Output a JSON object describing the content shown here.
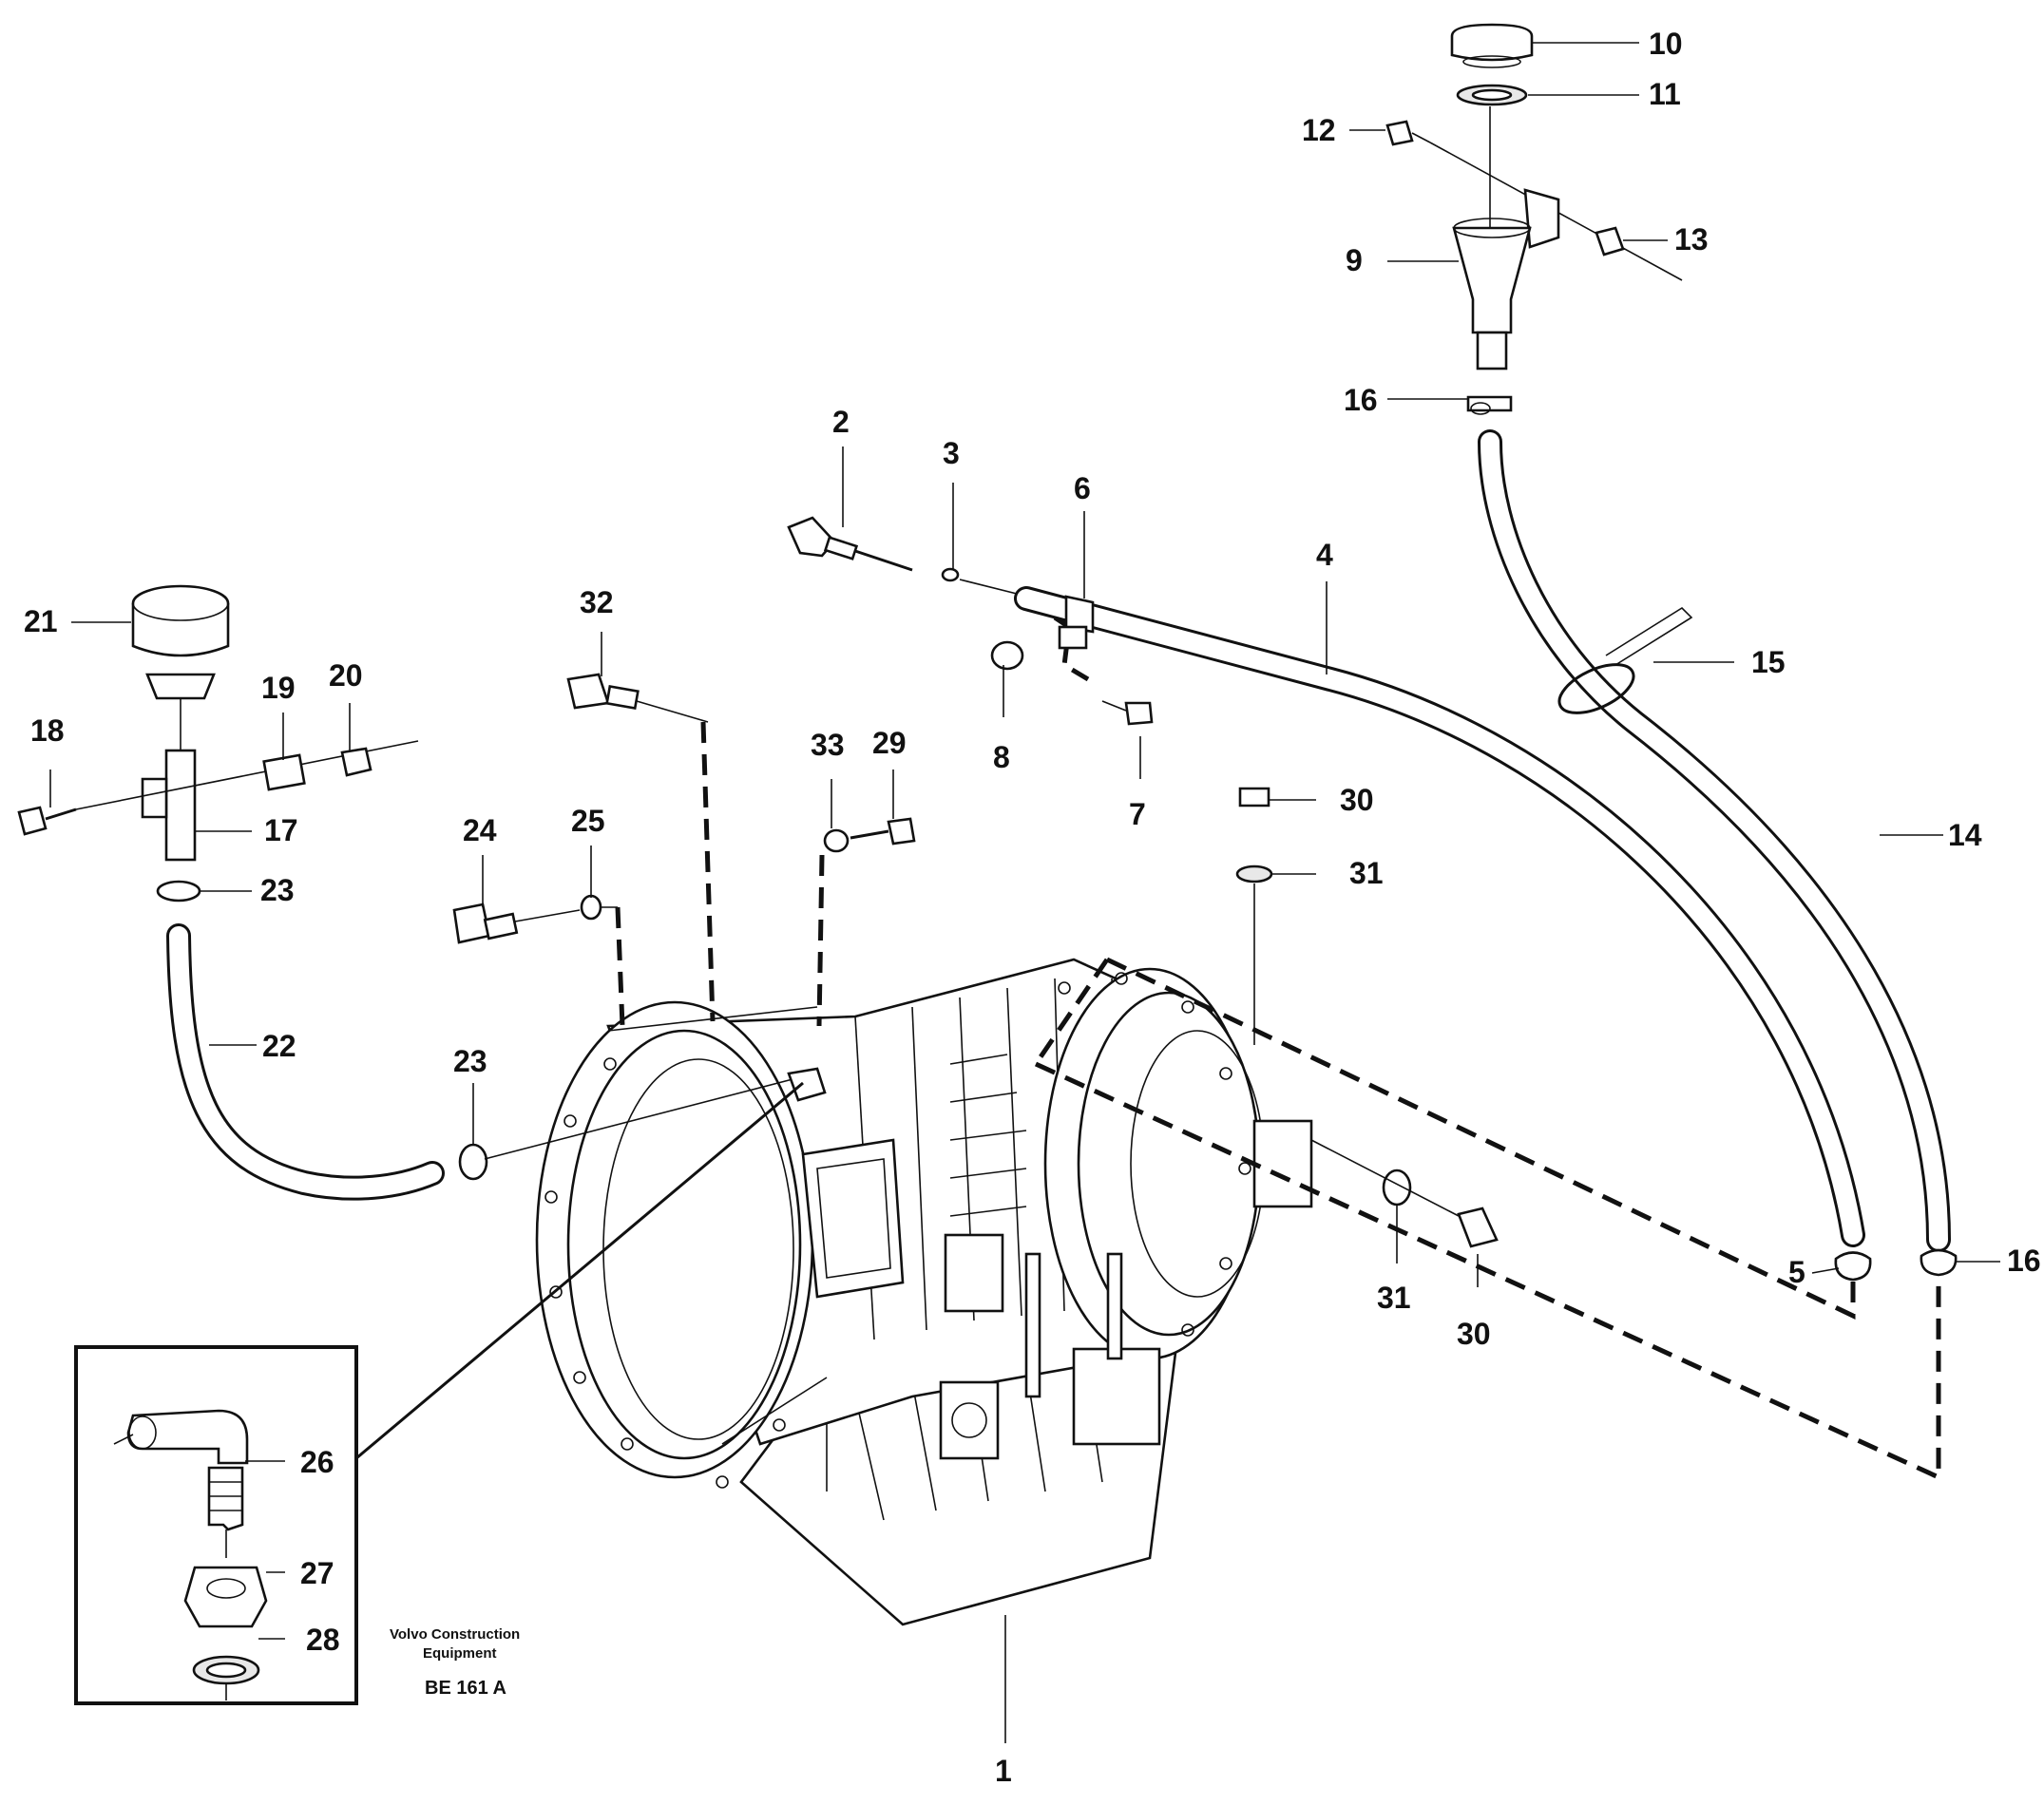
{
  "callouts": [
    {
      "id": "c1",
      "text": "1"
    },
    {
      "id": "c2",
      "text": "2"
    },
    {
      "id": "c3",
      "text": "3"
    },
    {
      "id": "c4",
      "text": "4"
    },
    {
      "id": "c5",
      "text": "5"
    },
    {
      "id": "c6",
      "text": "6"
    },
    {
      "id": "c7",
      "text": "7"
    },
    {
      "id": "c8",
      "text": "8"
    },
    {
      "id": "c9",
      "text": "9"
    },
    {
      "id": "c10",
      "text": "10"
    },
    {
      "id": "c11",
      "text": "11"
    },
    {
      "id": "c12",
      "text": "12"
    },
    {
      "id": "c13",
      "text": "13"
    },
    {
      "id": "c14",
      "text": "14"
    },
    {
      "id": "c15",
      "text": "15"
    },
    {
      "id": "c16a",
      "text": "16"
    },
    {
      "id": "c16b",
      "text": "16"
    },
    {
      "id": "c17",
      "text": "17"
    },
    {
      "id": "c18",
      "text": "18"
    },
    {
      "id": "c19",
      "text": "19"
    },
    {
      "id": "c20",
      "text": "20"
    },
    {
      "id": "c21",
      "text": "21"
    },
    {
      "id": "c22",
      "text": "22"
    },
    {
      "id": "c23a",
      "text": "23"
    },
    {
      "id": "c23b",
      "text": "23"
    },
    {
      "id": "c24",
      "text": "24"
    },
    {
      "id": "c25",
      "text": "25"
    },
    {
      "id": "c26",
      "text": "26"
    },
    {
      "id": "c27",
      "text": "27"
    },
    {
      "id": "c28",
      "text": "28"
    },
    {
      "id": "c29",
      "text": "29"
    },
    {
      "id": "c30a",
      "text": "30"
    },
    {
      "id": "c30b",
      "text": "30"
    },
    {
      "id": "c31a",
      "text": "31"
    },
    {
      "id": "c31b",
      "text": "31"
    },
    {
      "id": "c32",
      "text": "32"
    },
    {
      "id": "c33",
      "text": "33"
    }
  ],
  "caption": {
    "line1": "Volvo Construction",
    "line2": "Equipment",
    "code": "BE 161 A"
  }
}
